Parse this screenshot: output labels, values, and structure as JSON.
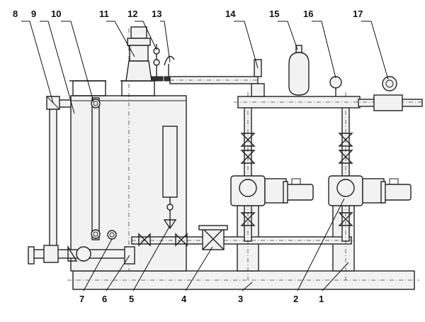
{
  "callouts_top": [
    "8",
    "9",
    "10",
    "11",
    "12",
    "13",
    "14",
    "15",
    "16",
    "17"
  ],
  "callouts_bottom": [
    "7",
    "6",
    "5",
    "4",
    "3",
    "2",
    "1"
  ]
}
